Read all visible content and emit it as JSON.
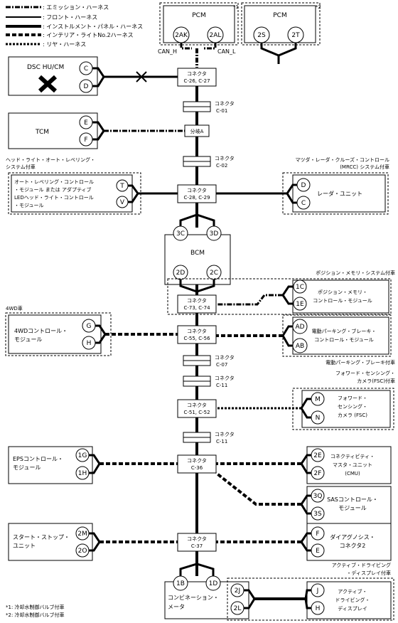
{
  "legend": [
    {
      "style": "emission",
      "label": ": エミッション・ハーネス"
    },
    {
      "style": "front",
      "label": ": フロント・ハーネス"
    },
    {
      "style": "instrument",
      "label": ": インストルメント・パネル・ハーネス"
    },
    {
      "style": "interior",
      "label": ": インテリア・ライトNo.2ハーネス"
    },
    {
      "style": "rear",
      "label": ": リヤ・ハーネス"
    }
  ],
  "pcm1": {
    "name": "PCM",
    "mark": "*1",
    "pin_h": "2AK",
    "pin_l": "2AL",
    "can_h": "CAN_H",
    "can_l": "CAN_L"
  },
  "pcm2": {
    "name": "PCM",
    "mark": "*2",
    "pin_a": "2S",
    "pin_b": "2T"
  },
  "dsc": {
    "name": "DSC HU/CM",
    "pin_a": "C",
    "pin_b": "D"
  },
  "tcm": {
    "name": "TCM",
    "pin_a": "E",
    "pin_b": "F"
  },
  "bcm": {
    "name": "BCM",
    "pin_tl": "3C",
    "pin_tr": "3D",
    "pin_bl": "2D",
    "pin_br": "2C"
  },
  "connectors": {
    "c26": [
      "コネクタ",
      "C-26, C-27"
    ],
    "c01": [
      "コネクタ",
      "C-01"
    ],
    "junction_a": "分岐A",
    "c02": [
      "コネクタ",
      "C-02"
    ],
    "c28": [
      "コネクタ",
      "C-28, C-29"
    ],
    "c73": [
      "コネクタ",
      "C-73, C-74"
    ],
    "c55": [
      "コネクタ",
      "C-55, C-56"
    ],
    "c07": [
      "コネクタ",
      "C-07"
    ],
    "c11a": [
      "コネクタ",
      "C-11"
    ],
    "c51": [
      "コネクタ",
      "C-51, C-52"
    ],
    "c11b": [
      "コネクタ",
      "C-11"
    ],
    "c36": [
      "コネクタ",
      "C-36"
    ],
    "c37": [
      "コネクタ",
      "C-37"
    ]
  },
  "headlight": {
    "note": [
      "ヘッド・ライト・オート・レベリング・",
      "システム付車"
    ],
    "name": [
      "オート・レベリング・コントロール",
      "・モジュール または アダプティブ",
      "LEDヘッド・ライト・コントロール",
      "・モジュール"
    ],
    "pin_a": "T",
    "pin_b": "V"
  },
  "radar": {
    "note": [
      "マツダ・レーダ・クルーズ・コントロール",
      "(MRCC) システム付車"
    ],
    "name": "レーダ・ユニット",
    "pin_a": "D",
    "pin_b": "C"
  },
  "position": {
    "note": "ポジション・メモリ・システム付車",
    "name": [
      "ポジション・メモリ・",
      "コントロール・モジュール"
    ],
    "pin_a": "1C",
    "pin_b": "1E"
  },
  "awd": {
    "note": "4WD車",
    "name": [
      "4WDコントロール・",
      "モジュール"
    ],
    "pin_a": "G",
    "pin_b": "H"
  },
  "epb": {
    "name": [
      "電動パーキング・ブレーキ・",
      "コントロール・モジュール"
    ],
    "note": "電動パーキング・ブレーキ付車",
    "pin_a": "AD",
    "pin_b": "AB"
  },
  "fsc": {
    "note": [
      "フォワード・センシング・",
      "カメラ(FSC)付車"
    ],
    "name": [
      "フォワード・",
      "センシング・",
      "カメラ (FSC)"
    ],
    "pin_a": "M",
    "pin_b": "N"
  },
  "eps": {
    "name": [
      "EPSコントロール・",
      "モジュール"
    ],
    "pin_a": "1G",
    "pin_b": "1H"
  },
  "cmu": {
    "name": [
      "コネクティビティ・",
      "マスタ・ユニット",
      "(CMU)"
    ],
    "pin_a": "2E",
    "pin_b": "2F"
  },
  "sas": {
    "name": [
      "SASコントロール・",
      "モジュール"
    ],
    "pin_a": "3Q",
    "pin_b": "3S"
  },
  "start": {
    "name": [
      "スタート・ストップ・",
      "ユニット"
    ],
    "pin_a": "2M",
    "pin_b": "2O"
  },
  "diag": {
    "name": [
      "ダイアグノシス・",
      "コネクタ2"
    ],
    "pin_a": "F",
    "pin_b": "E"
  },
  "meter": {
    "name": [
      "コンビネーション・",
      "メータ"
    ],
    "pin_a": "1B",
    "pin_b": "1D",
    "pin_c": "2J",
    "pin_d": "2L"
  },
  "display": {
    "note": [
      "アクティブ・ドライビング",
      "・ディスプレイ付車"
    ],
    "name": [
      "アクティブ・",
      "ドライビング・",
      "ディスプレイ"
    ],
    "pin_a": "J",
    "pin_b": "H"
  },
  "footnotes": [
    "*1: 冷却水制御バルブ付車",
    "*2: 冷却水制御バルブ付車"
  ]
}
